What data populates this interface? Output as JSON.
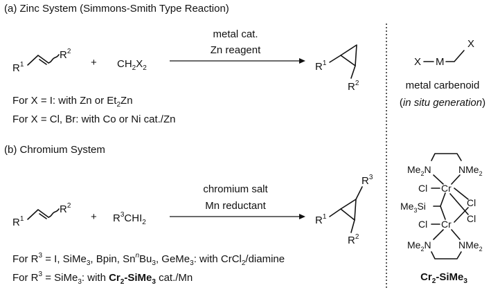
{
  "colors": {
    "ink": "#111111",
    "background": "#ffffff"
  },
  "section_a": {
    "title": "(a) Zinc System (Simmons-Smith Type Reaction)",
    "alkene_r1": "R",
    "alkene_r1_sup": "1",
    "alkene_r2": "R",
    "alkene_r2_sup": "2",
    "plus": "+",
    "reagent_ch": "CH",
    "reagent_sub1": "2",
    "reagent_x": "X",
    "reagent_sub2": "2",
    "arrow_top": "metal cat.",
    "arrow_bottom": "Zn reagent",
    "product_r1": "R",
    "product_r1_sup": "1",
    "product_r2": "R",
    "product_r2_sup": "2",
    "note1_pre": "For X = I: with Zn or Et",
    "note1_sub": "2",
    "note1_post": "Zn",
    "note2": "For X = Cl, Br: with Co or Ni cat./Zn",
    "carbenoid_x1": "X",
    "carbenoid_m": "M",
    "carbenoid_x2": "X",
    "carbenoid_label": "metal carbenoid",
    "carbenoid_paren_open": "(",
    "carbenoid_italic": "in situ generation",
    "carbenoid_paren_close": ")"
  },
  "section_b": {
    "title": "(b) Chromium System",
    "alkene_r1": "R",
    "alkene_r1_sup": "1",
    "alkene_r2": "R",
    "alkene_r2_sup": "2",
    "plus": "+",
    "reagent_r": "R",
    "reagent_sup": "3",
    "reagent_rest": "CHI",
    "reagent_sub": "2",
    "arrow_top": "chromium salt",
    "arrow_bottom": "Mn reductant",
    "product_r1": "R",
    "product_r1_sup": "1",
    "product_r2": "R",
    "product_r2_sup": "2",
    "product_r3": "R",
    "product_r3_sup": "3",
    "note1_a": "For R",
    "note1_sup": "3",
    "note1_b": " = I, SiMe",
    "note1_sub1": "3",
    "note1_c": ", Bpin, Sn",
    "note1_n": "n",
    "note1_d": "Bu",
    "note1_sub2": "3",
    "note1_e": ", GeMe",
    "note1_sub3": "3",
    "note1_f": ": with CrCl",
    "note1_sub4": "2",
    "note1_g": "/diamine",
    "note2_a": "For R",
    "note2_sup": "3",
    "note2_b": " = SiMe",
    "note2_sub": "3",
    "note2_c": ": with ",
    "note2_bold1": "Cr",
    "note2_boldsub1": "2",
    "note2_bold2": "-SiMe",
    "note2_boldsub2": "3",
    "note2_d": " cat./Mn",
    "complex": {
      "me2n_left_top": "Me",
      "me2n_left_top_sub": "2",
      "n_left_top": "N",
      "nme2_right_top": "NMe",
      "nme2_right_top_sub": "2",
      "cl_top_left": "Cl",
      "cr_top": "Cr",
      "cl_top_right": "Cl",
      "me3si": "Me",
      "me3si_sub": "3",
      "me3si_si": "Si",
      "cl_bottom_right": "Cl",
      "cl_bottom_left": "Cl",
      "cr_bottom": "Cr",
      "me2n_left_bottom": "Me",
      "me2n_left_bottom_sub": "2",
      "n_left_bottom": "N",
      "nme2_right_bottom": "NMe",
      "nme2_right_bottom_sub": "2",
      "name_main": "Cr",
      "name_sub": "2",
      "name_rest": "-SiMe",
      "name_sub2": "3"
    }
  }
}
